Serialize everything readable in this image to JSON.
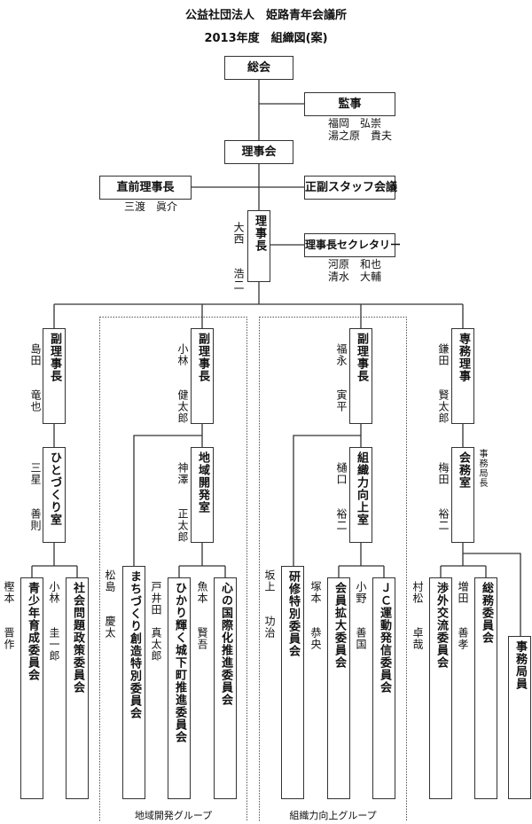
{
  "title": {
    "line1": "公益社団法人　姫路青年会議所",
    "line2": "2013年度　組織図(案)"
  },
  "top": {
    "sokai": "総会",
    "kanji": {
      "label": "監事",
      "names": [
        "福岡　弘崇",
        "湯之原　貴夫"
      ]
    },
    "rijikai": "理事会",
    "former_president": {
      "label": "直前理事長",
      "name": "三渡　眞介"
    },
    "staff_meeting": "正副スタッフ会議",
    "president": {
      "label": "理事長",
      "name": "大西　　浩二"
    },
    "secretary": {
      "label": "理事長セクレタリー",
      "names": [
        "河原　和也",
        "清水　大輔"
      ]
    }
  },
  "columns": [
    {
      "head_label": "副理事長",
      "head_name": "島田　　竜也",
      "room_label": "ひとづくり室",
      "room_name": "三星　　善則",
      "committees": [
        {
          "label": "青少年育成委員会",
          "name": "樫本　　晋作"
        },
        {
          "label": "社会問題政策委員会",
          "name": "小林　　圭一郎"
        }
      ]
    },
    {
      "head_label": "副理事長",
      "head_name": "小林　　健太郎",
      "room_label": "地域開発室",
      "room_name": "神澤　　正太郎",
      "committees": [
        {
          "label": "まちづくり創造特別委員会",
          "name": "松島　　慶太"
        },
        {
          "label": "ひかり輝く城下町推進委員会",
          "name": "戸井田　真太郎"
        },
        {
          "label": "心の国際化推進委員会",
          "name": "魚本　　賢吾"
        }
      ]
    },
    {
      "head_label": "副理事長",
      "head_name": "福永　　寅平",
      "room_label": "組織力向上室",
      "room_name": "樋口　　裕二",
      "committees": [
        {
          "label": "研修特別委員会",
          "name": "坂上　　功治"
        },
        {
          "label": "会員拡大委員会",
          "name": "塚本　　恭央"
        },
        {
          "label": "ＪＣ運動発信委員会",
          "name": "小野　　善国"
        }
      ]
    },
    {
      "head_label": "専務理事",
      "head_name": "鎌田　　賢太郎",
      "room_label": "会務室",
      "room_name": "梅田　　裕二",
      "room_extra": "事務局長",
      "committees": [
        {
          "label": "渉外交流委員会",
          "name": "村松　　卓哉"
        },
        {
          "label": "総務委員会",
          "name": "増田　　善孝"
        },
        {
          "label": "事務局員"
        }
      ]
    }
  ],
  "groups": [
    "地域開発グループ",
    "組織力向上グループ"
  ]
}
